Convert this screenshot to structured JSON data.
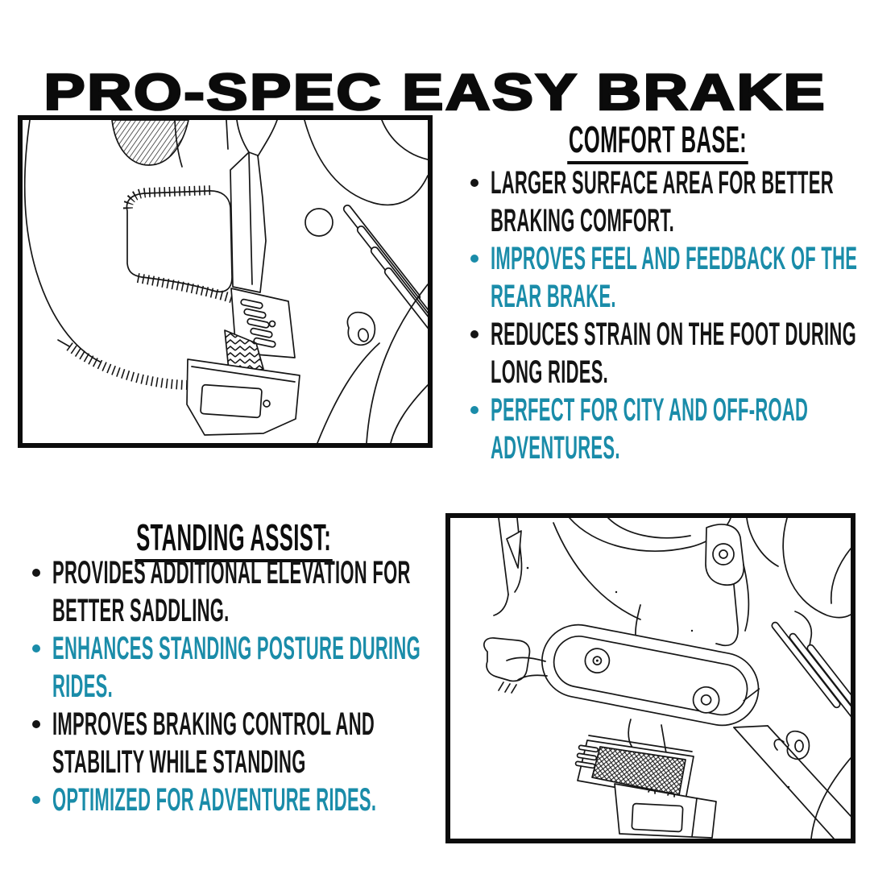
{
  "page": {
    "title": "PRO-SPEC EASY BRAKE",
    "accent_color": "#1a8ca9",
    "ink_color": "#141414"
  },
  "sections": {
    "comfort_base": {
      "heading": "COMFORT BASE:",
      "bullets": [
        {
          "text": "LARGER SURFACE AREA FOR BETTER\nBRAKING COMFORT.",
          "color": "ink"
        },
        {
          "text": "IMPROVES FEEL AND FEEDBACK OF THE\nREAR BRAKE.",
          "color": "accent"
        },
        {
          "text": "REDUCES STRAIN ON THE FOOT DURING\nLONG RIDES.",
          "color": "ink"
        },
        {
          "text": "PERFECT FOR CITY AND OFF-ROAD\nADVENTURES.",
          "color": "accent"
        }
      ]
    },
    "standing_assist": {
      "heading": "STANDING ASSIST:",
      "bullets": [
        {
          "text": "PROVIDES ADDITIONAL ELEVATION FOR\nBETTER SADDLING.",
          "color": "ink"
        },
        {
          "text": "ENHANCES STANDING POSTURE DURING\nRIDES.",
          "color": "accent"
        },
        {
          "text": "IMPROVES BRAKING CONTROL AND\nSTABILITY WHILE STANDING",
          "color": "ink"
        },
        {
          "text": "OPTIMIZED FOR ADVENTURE RIDES.",
          "color": "accent"
        }
      ]
    }
  },
  "illustrations": {
    "top_left": "line-drawing-rear-brake-pedal-comfort-base",
    "bottom_right": "line-drawing-rear-brake-pedal-standing-assist"
  }
}
